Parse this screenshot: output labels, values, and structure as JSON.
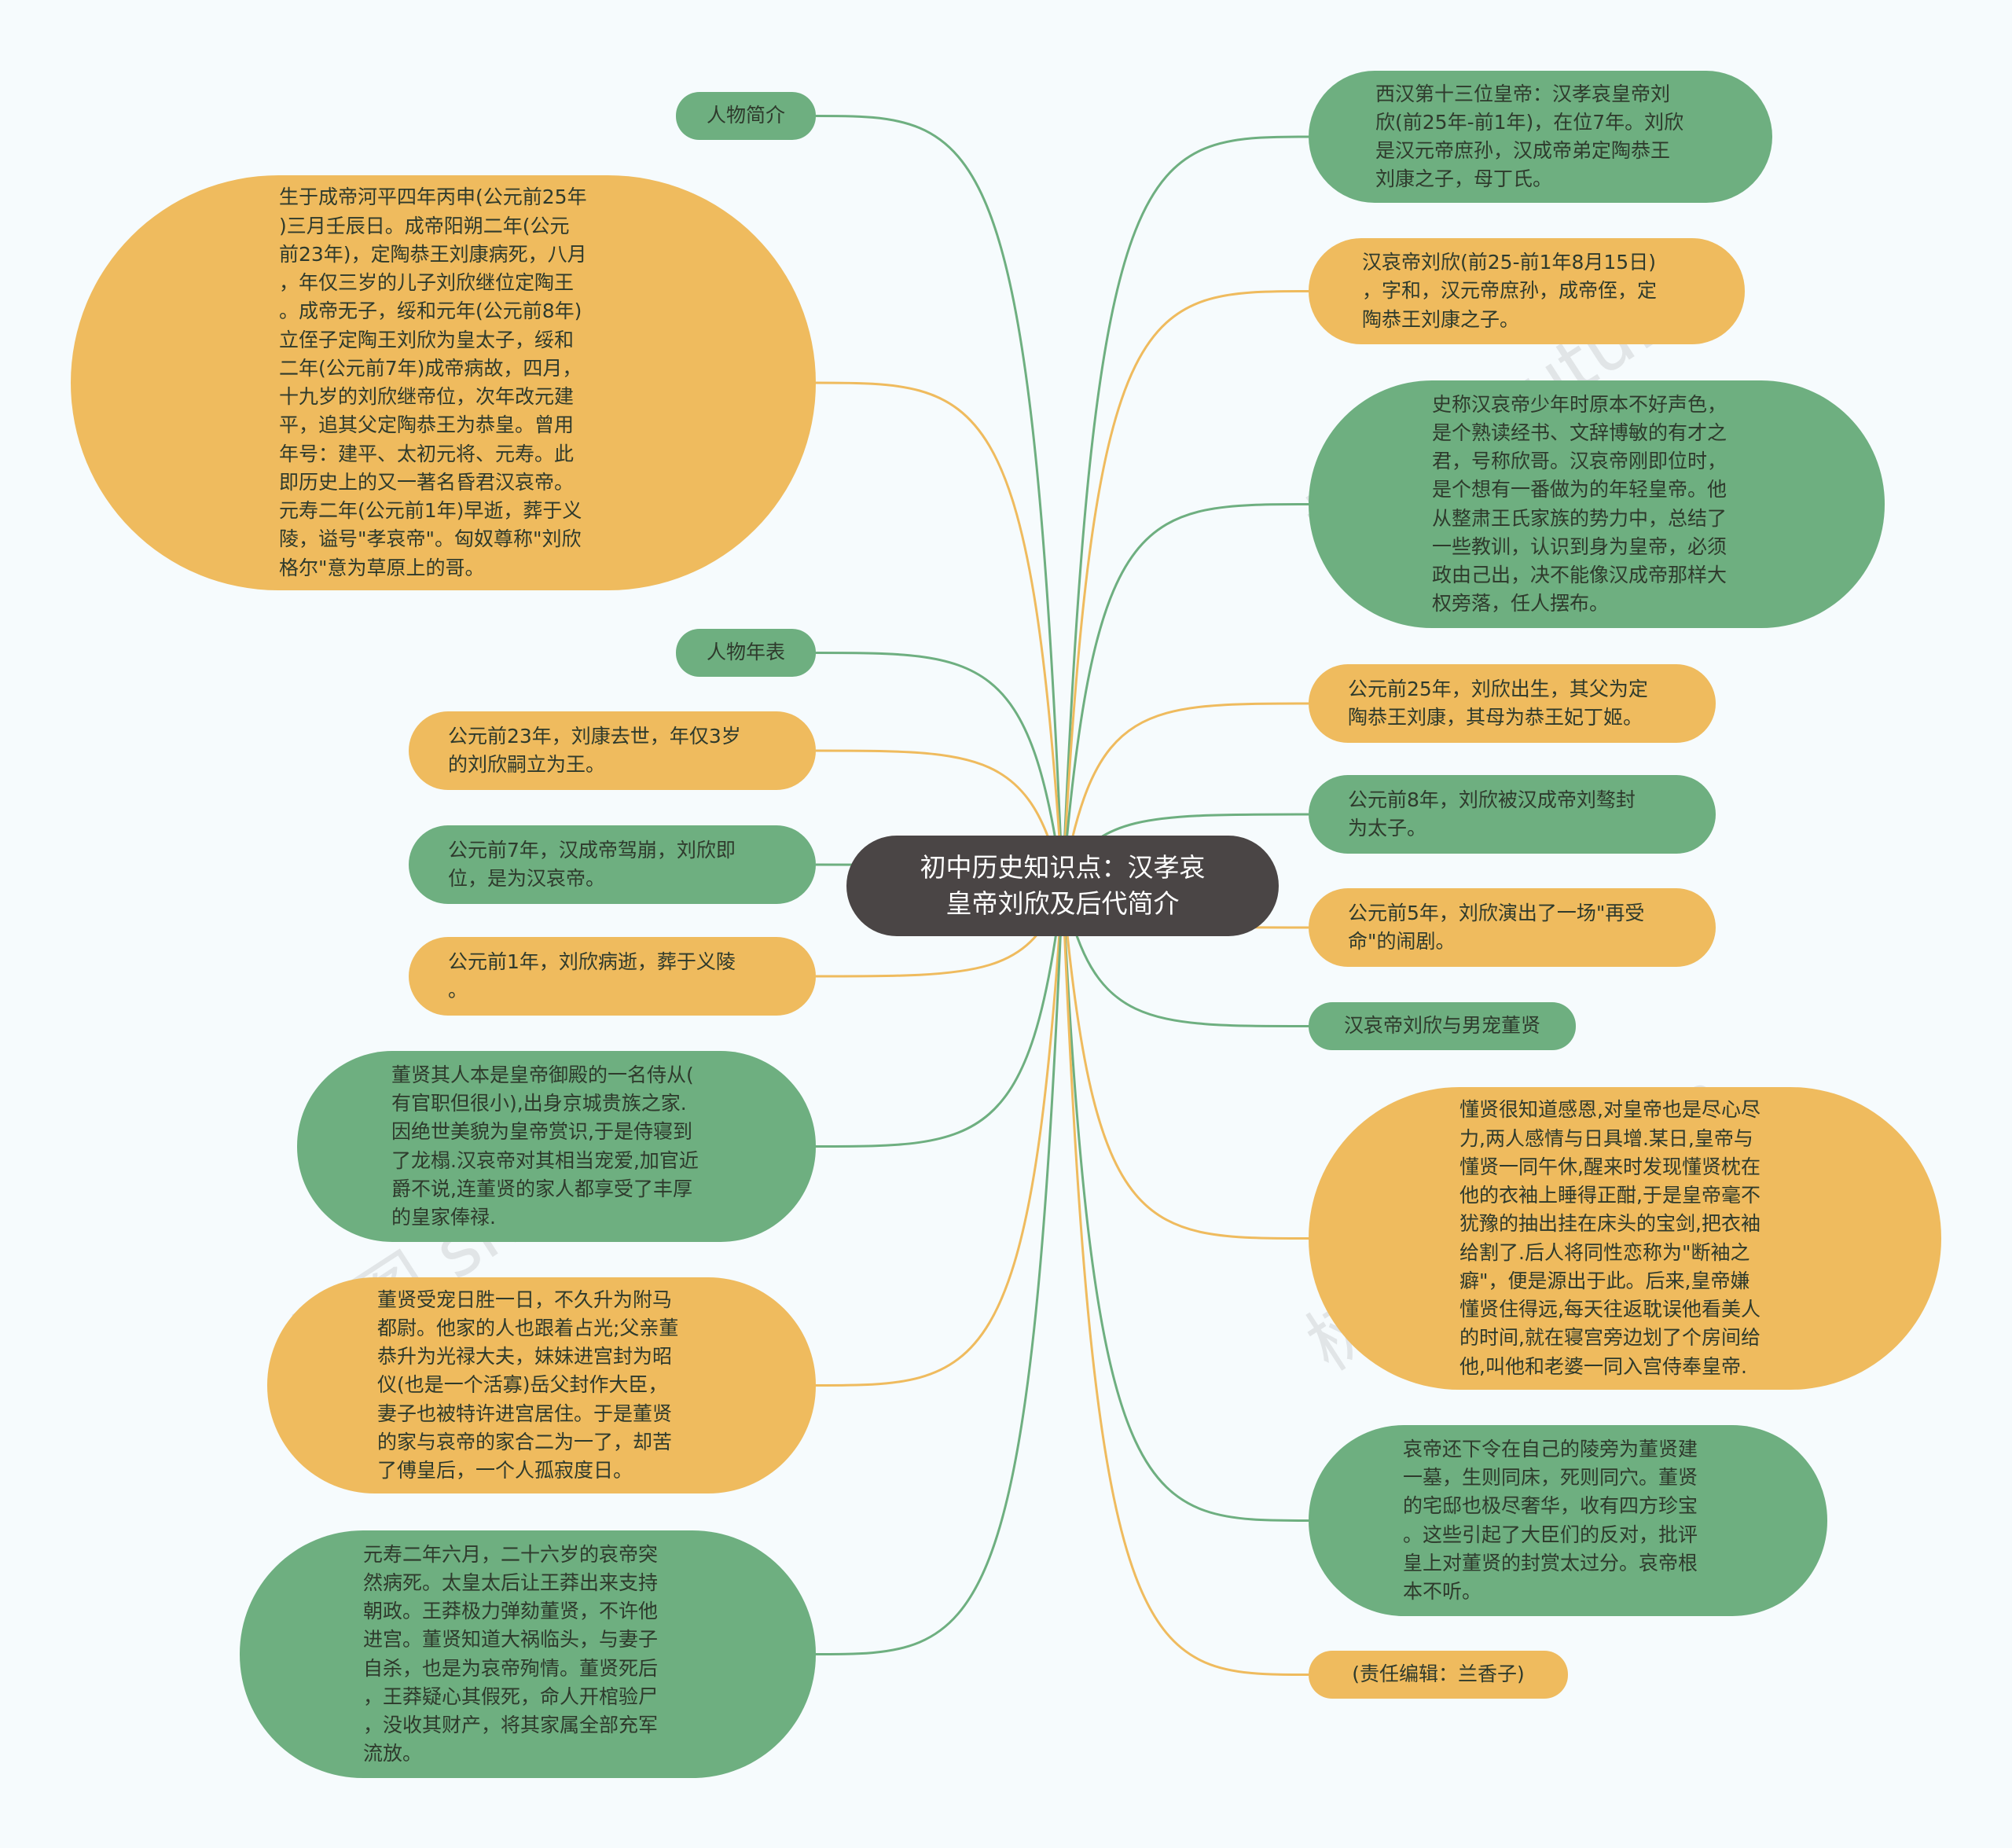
{
  "root": {
    "text": "初中历史知识点：汉孝哀\n皇帝刘欣及后代简介"
  },
  "left": [
    {
      "text": "人物简介"
    },
    {
      "text": "生于成帝河平四年丙申(公元前25年\n)三月壬辰日。成帝阳朔二年(公元\n前23年)，定陶恭王刘康病死，八月\n，年仅三岁的儿子刘欣继位定陶王\n。成帝无子，绥和元年(公元前8年)\n立侄子定陶王刘欣为皇太子，绥和\n二年(公元前7年)成帝病故，四月，\n十九岁的刘欣继帝位，次年改元建\n平，追其父定陶恭王为恭皇。曾用\n年号：建平、太初元将、元寿。此\n即历史上的又一著名昏君汉哀帝。\n元寿二年(公元前1年)早逝，葬于义\n陵，谥号\"孝哀帝\"。匈奴尊称\"刘欣\n格尔\"意为草原上的哥。"
    },
    {
      "text": "人物年表"
    },
    {
      "text": "公元前23年，刘康去世，年仅3岁\n的刘欣嗣立为王。"
    },
    {
      "text": "公元前7年，汉成帝驾崩，刘欣即\n位，是为汉哀帝。"
    },
    {
      "text": "公元前1年，刘欣病逝，葬于义陵\n。"
    },
    {
      "text": "董贤其人本是皇帝御殿的一名侍从(\n有官职但很小),出身京城贵族之家.\n因绝世美貌为皇帝赏识,于是侍寝到\n了龙榻.汉哀帝对其相当宠爱,加官近\n爵不说,连董贤的家人都享受了丰厚\n的皇家俸禄."
    },
    {
      "text": "董贤受宠日胜一日，不久升为附马\n都尉。他家的人也跟着占光;父亲董\n恭升为光禄大夫，妹妹进宫封为昭\n仪(也是一个活寡)岳父封作大臣，\n妻子也被特许进宫居住。于是董贤\n的家与哀帝的家合二为一了，却苦\n了傅皇后，一个人孤寂度日。"
    },
    {
      "text": "元寿二年六月，二十六岁的哀帝突\n然病死。太皇太后让王莽出来支持\n朝政。王莽极力弹劾董贤，不许他\n进宫。董贤知道大祸临头，与妻子\n自杀，也是为哀帝殉情。董贤死后\n，王莽疑心其假死，命人开棺验尸\n，没收其财产，将其家属全部充军\n流放。"
    }
  ],
  "right": [
    {
      "text": "西汉第十三位皇帝：汉孝哀皇帝刘\n欣(前25年-前1年)，在位7年。刘欣\n是汉元帝庶孙，汉成帝弟定陶恭王\n刘康之子，母丁氏。"
    },
    {
      "text": "汉哀帝刘欣(前25-前1年8月15日)\n，字和，汉元帝庶孙，成帝侄，定\n陶恭王刘康之子。"
    },
    {
      "text": "史称汉哀帝少年时原本不好声色，\n是个熟读经书、文辞博敏的有才之\n君，号称欣哥。汉哀帝刚即位时，\n是个想有一番做为的年轻皇帝。他\n从整肃王氏家族的势力中，总结了\n一些教训，认识到身为皇帝，必须\n政由己出，决不能像汉成帝那样大\n权旁落，任人摆布。"
    },
    {
      "text": "公元前25年，刘欣出生，其父为定\n陶恭王刘康，其母为恭王妃丁姬。"
    },
    {
      "text": "公元前8年，刘欣被汉成帝刘骜封\n为太子。"
    },
    {
      "text": "公元前5年，刘欣演出了一场\"再受\n命\"的闹剧。"
    },
    {
      "text": "汉哀帝刘欣与男宠董贤"
    },
    {
      "text": "懂贤很知道感恩,对皇帝也是尽心尽\n力,两人感情与日具增.某日,皇帝与\n懂贤一同午休,醒来时发现懂贤枕在\n他的衣袖上睡得正酣,于是皇帝毫不\n犹豫的抽出挂在床头的宝剑,把衣袖\n给割了.后人将同性恋称为\"断袖之\n癖\"，便是源出于此。后来,皇帝嫌\n懂贤住得远,每天往返耽误他看美人\n的时间,就在寝宫旁边划了个房间给\n他,叫他和老婆一同入宫侍奉皇帝."
    },
    {
      "text": "哀帝还下令在自己的陵旁为董贤建\n一墓，生则同床，死则同穴。董贤\n的宅邸也极尽奢华，收有四方珍宝\n。这些引起了大臣们的反对，批评\n皇上对董贤的封赏太过分。哀帝根\n本不听。"
    },
    {
      "text": "(责任编辑：兰香子)"
    }
  ],
  "colors": {
    "green": "#6eaf80",
    "orange": "#efbb5e",
    "root": "#4a4545",
    "green_line": "#6eaf80",
    "orange_line": "#efbb5e"
  }
}
